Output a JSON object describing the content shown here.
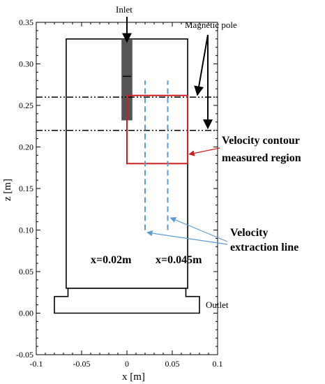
{
  "axes": {
    "xlabel": "x [m]",
    "ylabel": "z [m]",
    "xlim": [
      -0.1,
      0.1
    ],
    "ylim": [
      -0.05,
      0.35
    ],
    "x_ticks": [
      "-0.1",
      "-0.05",
      "0",
      "0.05",
      "0.1"
    ],
    "y_ticks": [
      "-0.05",
      "0.00",
      "0.05",
      "0.10",
      "0.15",
      "0.20",
      "0.25",
      "0.30",
      "0.35"
    ]
  },
  "labels": {
    "inlet": "Inlet",
    "magnetic_pole": "Magnetic pole",
    "outlet": "Outlet",
    "contour_line1": "Velocity contour",
    "contour_line2": "measured region",
    "extraction_line1": "Velocity",
    "extraction_line2": "extraction line",
    "line1": "x=0.02m",
    "line2": "x=0.045m"
  },
  "geometry": {
    "vessel": {
      "x0": -0.067,
      "x1": 0.067,
      "z0": 0.03,
      "z1": 0.33
    },
    "base": [
      [
        -0.08,
        0.0
      ],
      [
        0.08,
        0.0
      ],
      [
        0.08,
        0.02
      ],
      [
        0.065,
        0.02
      ],
      [
        0.065,
        0.03
      ],
      [
        -0.065,
        0.03
      ],
      [
        -0.065,
        0.02
      ],
      [
        -0.08,
        0.02
      ]
    ],
    "inlet_pipe": {
      "x0": -0.006,
      "x1": 0.006,
      "z0": 0.232,
      "z1": 0.33
    },
    "pole_levels": [
      0.26,
      0.22
    ],
    "measured_region": {
      "x0": 0.0,
      "x1": 0.067,
      "z0": 0.18,
      "z1": 0.262
    },
    "extraction_x": [
      0.02,
      0.045
    ],
    "extraction_z": [
      0.1,
      0.28
    ]
  },
  "colors": {
    "region": "#cc1f1f",
    "extraction": "#5b9bd5",
    "inlet_pipe": "#555555"
  }
}
